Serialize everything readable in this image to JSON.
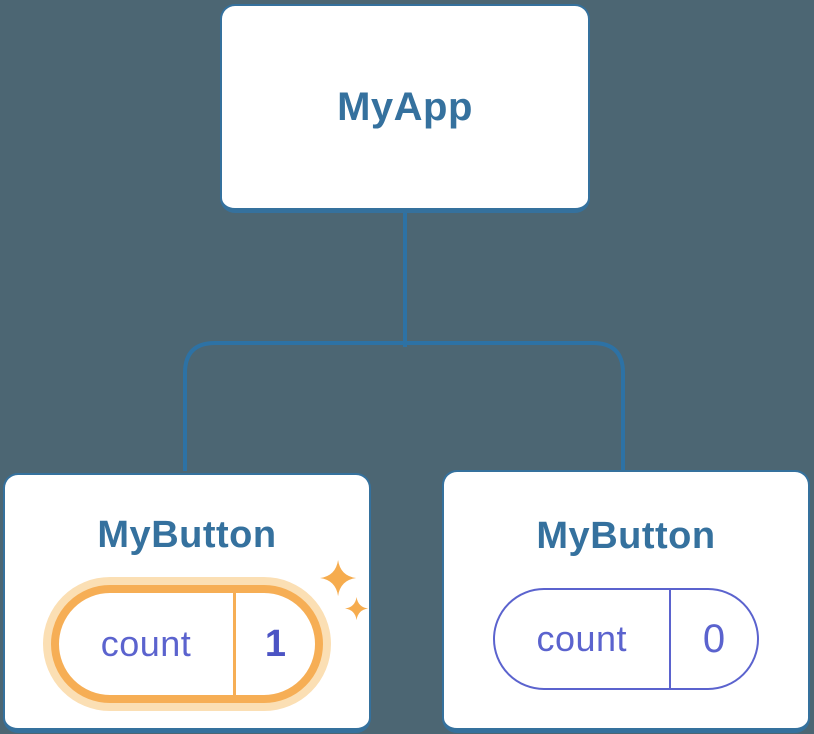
{
  "diagram": {
    "title_hint": "React component tree with state",
    "background": "#4C6673",
    "root": {
      "label": "MyApp"
    },
    "children": [
      {
        "label": "MyButton",
        "state": {
          "name": "count",
          "value": "1"
        },
        "highlighted": true
      },
      {
        "label": "MyButton",
        "state": {
          "name": "count",
          "value": "0"
        },
        "highlighted": false
      }
    ],
    "colors": {
      "node_border": "#35719D",
      "node_text": "#35719E",
      "connector": "#2D72A5",
      "card_bg": "#FFFFFF",
      "state_text": "#5B63CE",
      "state_value_highlight": "#4C54C4",
      "highlight_ring": "#F6AE55",
      "highlight_halo": "#FBDFB4",
      "sparkle": "#F6AC4E"
    }
  }
}
